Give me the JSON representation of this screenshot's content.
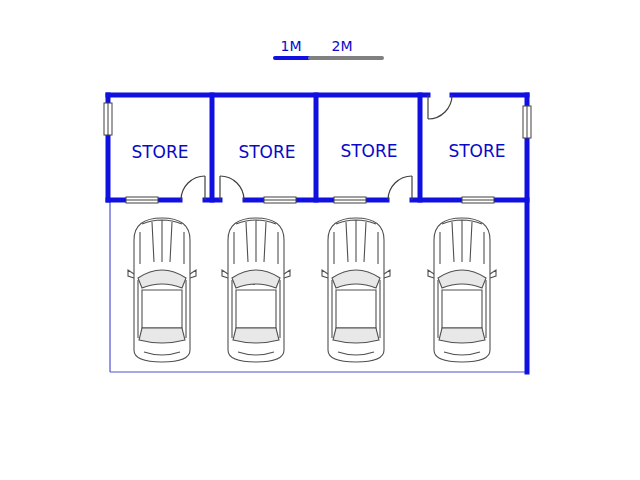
{
  "diagram": {
    "nodes": [
      {
        "text": [
          "STORE"
        ]
      },
      {
        "text": [
          "STORE"
        ]
      },
      {
        "text": [
          "STORE"
        ]
      },
      {
        "text": [
          "STORE"
        ]
      }
    ],
    "labels": [
      "1M",
      "2M"
    ]
  }
}
